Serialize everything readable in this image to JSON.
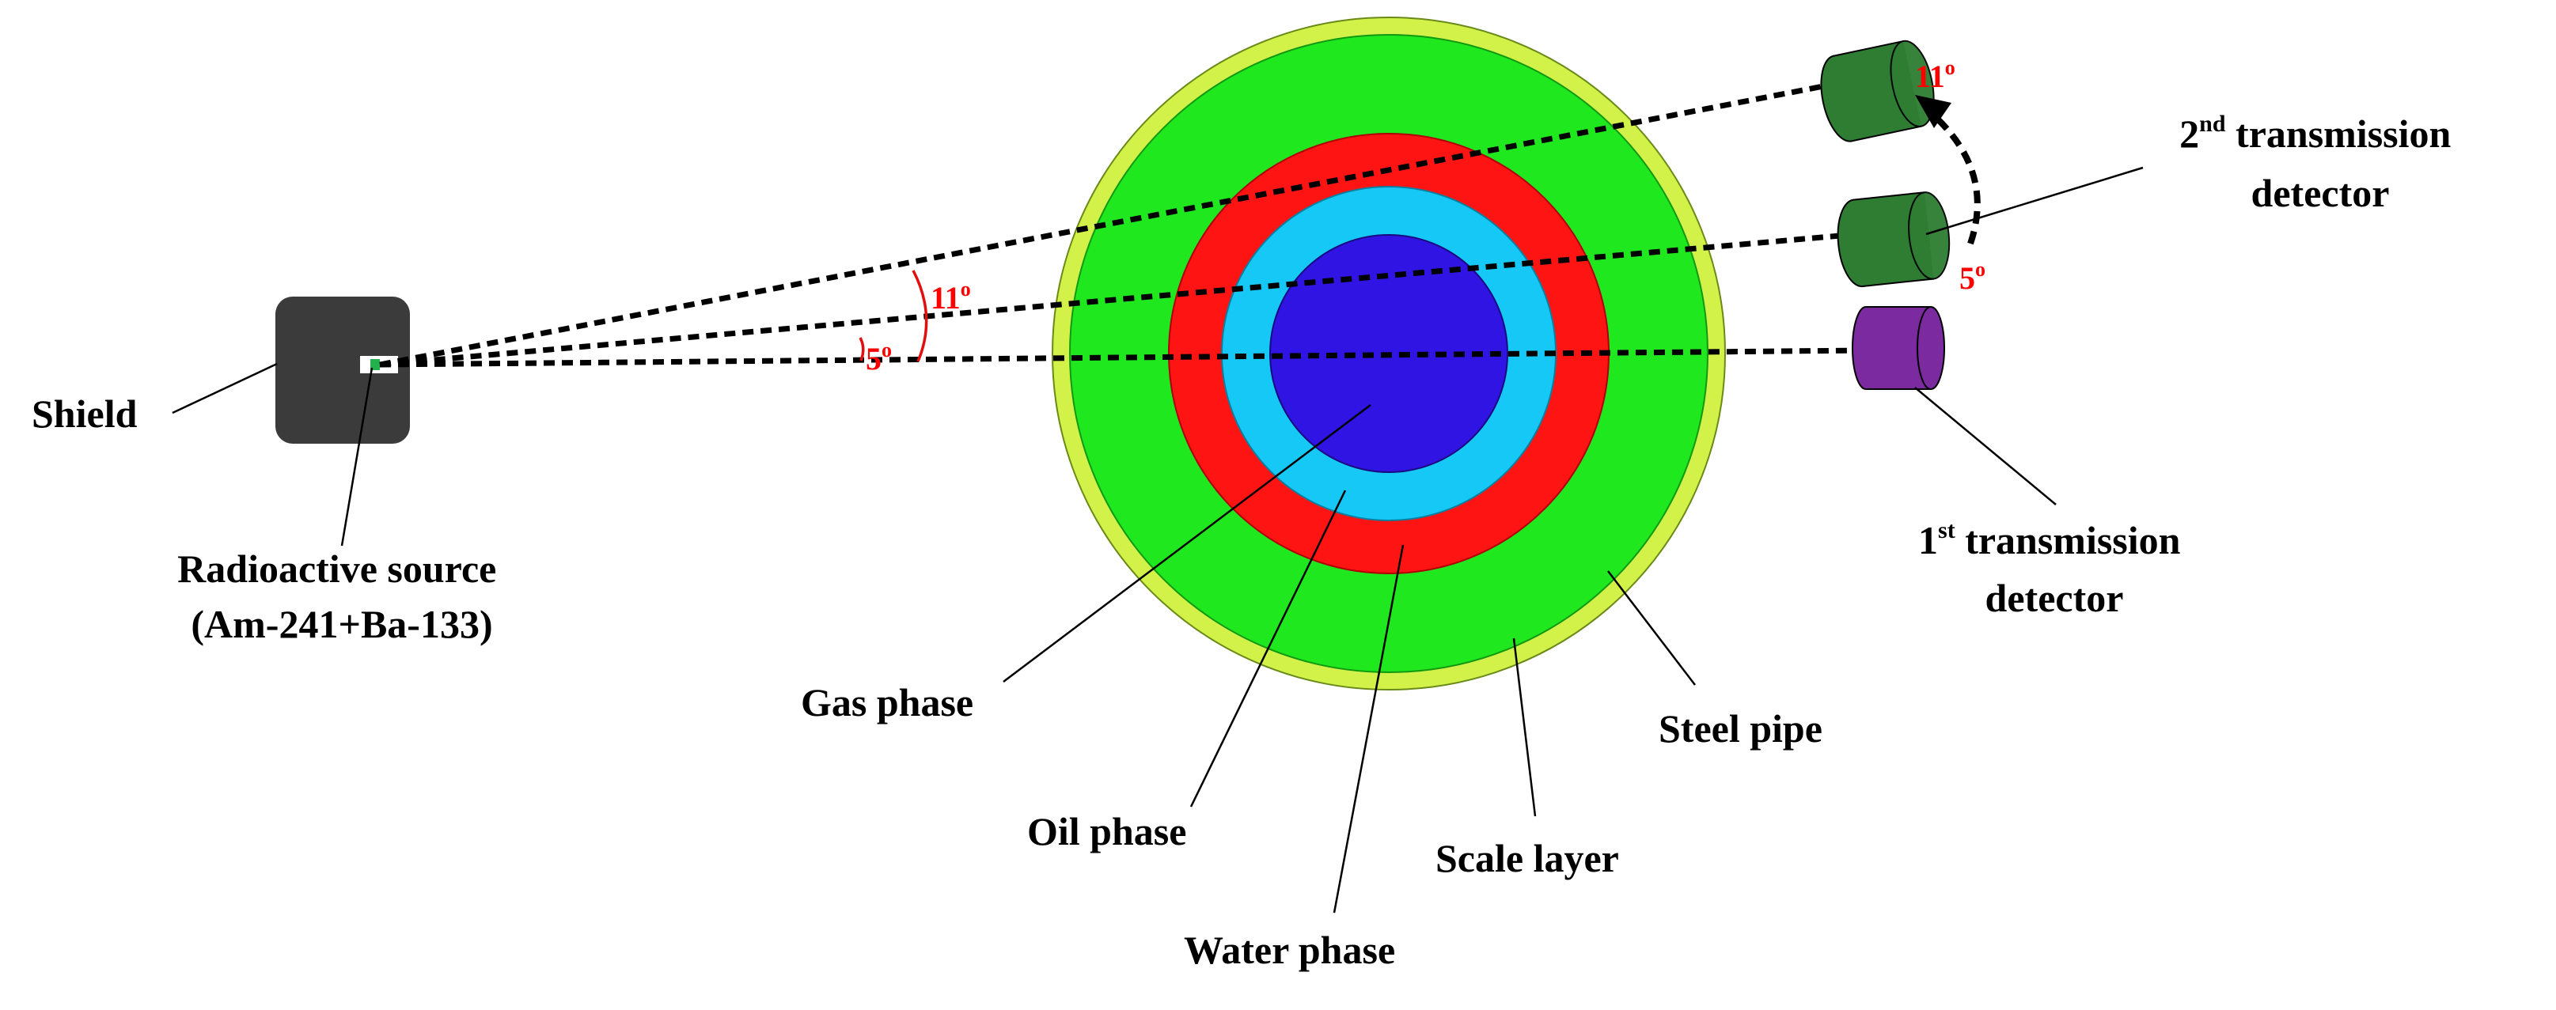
{
  "colors": {
    "shield": "#3b3b3b",
    "source_marker": "#22b14c",
    "steel_pipe": "#d2f24a",
    "scale_layer": "#1fe81f",
    "water_phase": "#ff1414",
    "oil_phase": "#16c8f5",
    "gas_phase": "#2f14e3",
    "detector_2nd": "#2e7d32",
    "detector_1st": "#7b2aa0",
    "angle_text": "#ff0000"
  },
  "labels": {
    "shield": "Shield",
    "source_line1": "Radioactive source",
    "source_line2": "(Am-241+Ba-133)",
    "gas_phase": "Gas phase",
    "oil_phase": "Oil phase",
    "water_phase": "Water phase",
    "scale_layer": "Scale layer",
    "steel_pipe": "Steel pipe",
    "det1_number": "1",
    "det1_suffix": "st",
    "det1_line1_rest": " transmission",
    "det1_line2": "detector",
    "det2_number": "2",
    "det2_suffix": "nd",
    "det2_line1_rest": " transmission",
    "det2_line2": "detector"
  },
  "angles": {
    "inner": {
      "value": "5",
      "unit": "o"
    },
    "outer": {
      "value": "11",
      "unit": "o"
    },
    "arrow_start": {
      "value": "5",
      "unit": "o"
    },
    "arrow_end": {
      "value": "11",
      "unit": "o"
    }
  }
}
